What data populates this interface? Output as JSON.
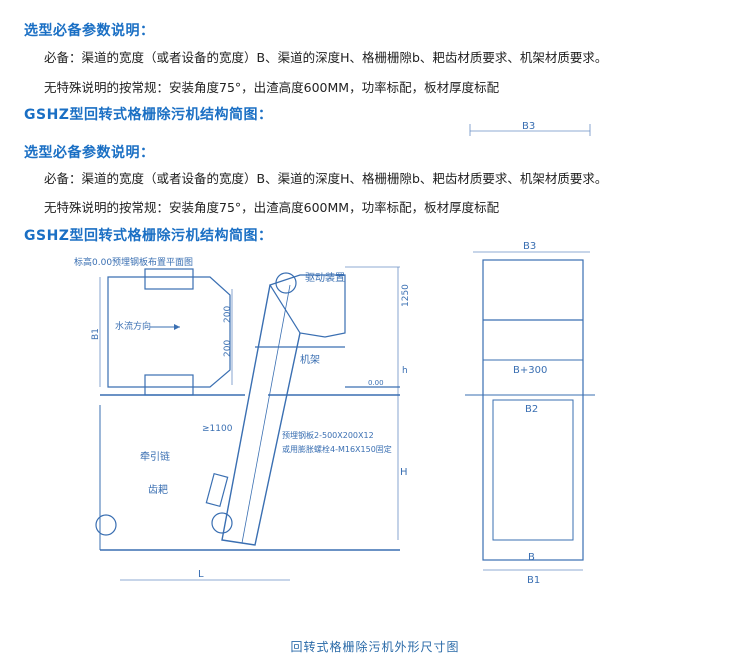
{
  "section1": {
    "title": "选型必备参数说明：",
    "required": "必备：渠道的宽度（或者设备的宽度）B、渠道的深度H、格栅栅隙b、耙齿材质要求、机架材质要求。",
    "default": "无特殊说明的按常规：安装角度75°，出渣高度600MM，功率标配，板材厚度标配"
  },
  "structure_title_1": "GSHZ型回转式格栅除污机结构简图：",
  "section2": {
    "title": "选型必备参数说明：",
    "required": "必备：渠道的宽度（或者设备的宽度）B、渠道的深度H、格栅栅隙b、耙齿材质要求、机架材质要求。",
    "default": "无特殊说明的按常规：安装角度75°，出渣高度600MM，功率标配，板材厚度标配"
  },
  "structure_title_2": "GSHZ型回转式格栅除污机结构简图：",
  "drawing": {
    "plan_label": "标高0.00预埋钢板布置平面图",
    "b1": "B1",
    "flow": "水流方向",
    "dim200a": "200",
    "dim200b": "200",
    "drive": "驱动装置",
    "dim1250": "1250",
    "frame": "机架",
    "h_small": "h",
    "level": "0.00",
    "dim1100": "≥1100",
    "plate": "预埋钢板2-500X200X12",
    "bolt": "或用膨胀螺栓4-M16X150固定",
    "chain": "牵引链",
    "rake": "齿耙",
    "H": "H",
    "L": "L",
    "b3_top": "B3",
    "b3_side": "B3",
    "b300": "B+300",
    "b2": "B2",
    "b": "B",
    "b1_bottom": "B1"
  },
  "caption": "回转式格栅除污机外形尺寸图"
}
